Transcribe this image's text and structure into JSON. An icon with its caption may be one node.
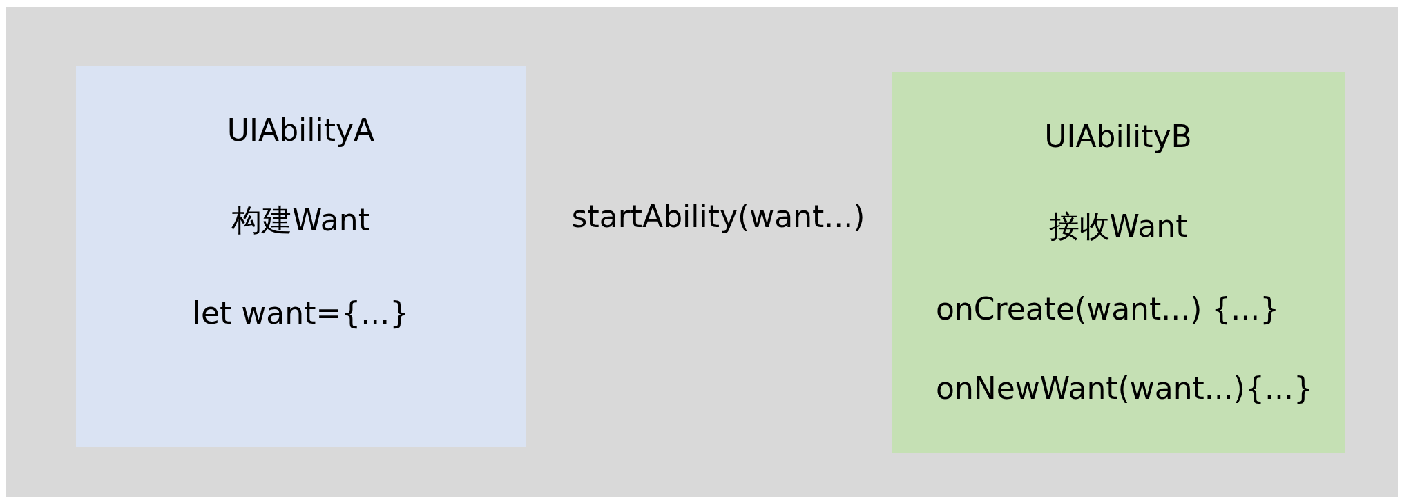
{
  "diagram": {
    "nodes": [
      {
        "text": [],
        "shape": "box"
      },
      {
        "text": [
          "UIAbilityA",
          "构建Want",
          "let want={...}"
        ],
        "in": 0
      },
      {
        "text": [
          "UIAbilityB",
          "接收Want",
          "onCreate(want...) {...}",
          "onNewWant(want...){...}"
        ],
        "in": 0
      }
    ],
    "labels": [
      "startAbility(want...)"
    ]
  }
}
